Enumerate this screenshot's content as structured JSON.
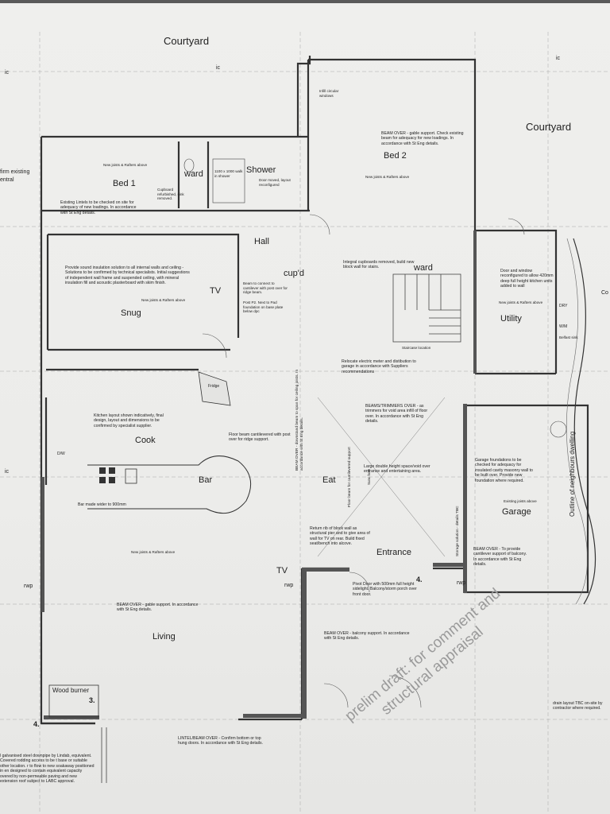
{
  "rooms": {
    "courtyard_top": "Courtyard",
    "courtyard_right": "Courtyard",
    "bed1": "Bed 1",
    "bed2": "Bed 2",
    "ward1": "ward",
    "ward2": "ward",
    "shower": "Shower",
    "hall": "Hall",
    "cupd": "cup'd",
    "snug": "Snug",
    "tv1": "TV",
    "tv2": "TV",
    "utility": "Utility",
    "cook": "Cook",
    "bar": "Bar",
    "eat": "Eat",
    "garage": "Garage",
    "entrance": "Entrance",
    "living": "Living",
    "wood_burner": "Wood burner",
    "fridge": "Fridge",
    "dw": "D/W",
    "dry": "DRY",
    "wm": "W/M"
  },
  "marks": {
    "m3": "3.",
    "m4a": "4.",
    "m4b": "4.",
    "rwp1": "rwp",
    "rwp2": "rwp",
    "rwp3": "rwp",
    "ic1": "ic",
    "ic2": "ic",
    "ic3": "ic",
    "ic4": "ic"
  },
  "notes": {
    "bed2_beam": "BEAM OVER - gable support. Check existing beam for adequacy for new loadings. In accordance with St Eng details.",
    "infill": "Infill circular windows",
    "new_joists_bed1": "New joists & Rafters above",
    "new_joists_bed2": "New joists & Rafters above",
    "new_joists_snug": "New joists & Rafters above",
    "new_joists_living": "New joists & Rafters above",
    "lintels": "Existing Lintels to be checked on site for adequacy of new loadings. In accordance with St Eng details.",
    "cupboard": "Cupboard refurbished, sink removed.",
    "walk_in": "1100 x 1000 walk in shower",
    "door_moved": "Door moved, layout reconfigured",
    "sound": "Provide sound insulation solution to all internal walls and ceiling - Solutions to be confirmed by technical specialists. Initial suggestions of independent wall frame and suspended ceiling, with mineral insulation fill and acoustic plasterboard with skim finish.",
    "beam_connect": "Beam to connect to cantilever with post over for ridge beam.",
    "post": "Post P2. Next to Pad foundation on base plate below dpc",
    "integral": "Integral cupboards removed, build new block wall for stairs.",
    "door_window": "Door and window reconfigured to allow 420mm deep full height kitchen units added to wall",
    "new_joists_utility": "New joists & Rafters above",
    "belfast": "Belfast sink",
    "electric": "Relocate electric meter and distibution to garage in accordance with Suppliers recommendations",
    "trimmers": "BEAMS/TRIMMERS OVER - as trimmers for void area infill of floor over. In accordance with St Eng details.",
    "kitchen": "Kitchen layout shown indicatively, final design, layout and dimensions to be confirmed by specialist supplier.",
    "floor_beam": "Floor beam cantilevered with post over for ridge support.",
    "large_double": "Large double height space/void over entrance and entertaining area.",
    "garage_found": "Garage foundations to be checked for adequacy for insulated cavity masonry wall to be built over. Provide new foundation where required.",
    "existing_joists": "Existing joists above",
    "bar_wider": "Bar made wider to 900mm",
    "return_rib": "Return rib of block wall as structural pier and to give area of wall for TV on rear. Build fixed seat/bench into alcove.",
    "beam_balcony": "BEAM OVER - To provide cantilever support of balcony. In accordance with St Eng details.",
    "pivot": "Pivot Door with 500mm full height sidelight. Balcony/storm porch over front door.",
    "gable": "BEAM OVER - gable support. In accordance with St Eng details.",
    "balcony": "BEAM OVER - balcony support. In accordance with St Eng details.",
    "lintel": "LINTEL/BEAM OVER - Confirm bottom or top hung doors. In accordance with St Eng details.",
    "drain": "drain layout TBC on-site by contractor where required.",
    "galvanised": "l galvanised steel downpipe by Lindab, equivalent. Covered rodding access to be t base or suitable other location. r to flow to new soakaway positioned in en designed to contain equivalent capacity overed by non-permeable paving and new extension roof subject to LABC approval.",
    "firm": "firm existing entral",
    "staircase_label": "Staircase location",
    "vert_beam": "BEAM OVER - downstand beam to span for ceiling joists. In accordance with St Eng details.",
    "vert_floorbeam": "Floor beam for cantilevered support",
    "vert_stair": "Storage solution - details TBC",
    "vert_neighbours": "Outline of neighbours dwelling",
    "vert_sunc": "Sunc hole",
    "right_edge": "Co"
  },
  "watermark": {
    "line1": "prelim draft: for comment and",
    "line2": "structural appraisal"
  },
  "colors": {
    "paper": "#ececea",
    "ink": "#2a2a2a",
    "wall": "#333333",
    "grid": "#9c9c9c"
  }
}
